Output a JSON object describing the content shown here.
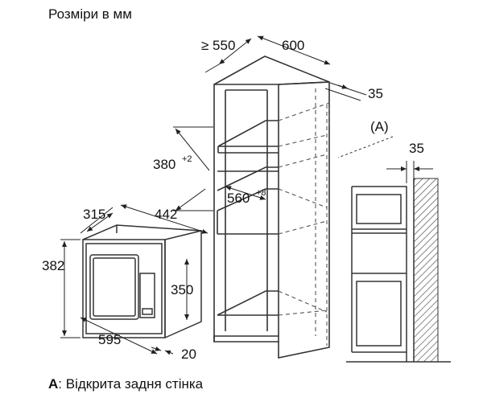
{
  "title": "Розміри в мм",
  "legend": {
    "key": "A",
    "text": ": Відкрита задня стінка"
  },
  "callout": "(A)",
  "dimensions": {
    "cabinet_depth": "≥ 550",
    "cabinet_width": "600",
    "rear_gap": "35",
    "side_gap": "35",
    "niche_height": "380",
    "niche_height_tol": "+2",
    "niche_width": "560",
    "niche_width_tol": "+8",
    "appliance_depth": "315",
    "appliance_depth_total": "442",
    "appliance_height": "382",
    "appliance_inner_height": "350",
    "appliance_width": "595",
    "frame_depth": "20"
  },
  "colors": {
    "line": "#333333",
    "hatch": "#555555",
    "dash": "#555555"
  }
}
